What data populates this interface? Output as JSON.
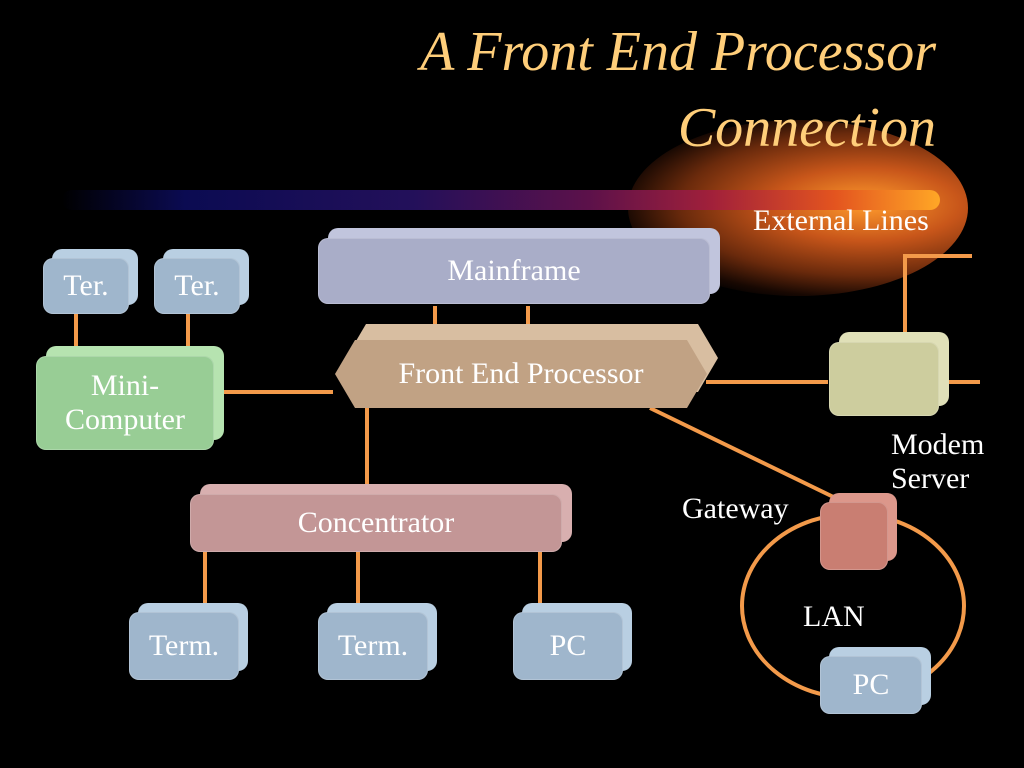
{
  "title": {
    "line1": "A Front End Processor",
    "line2": "Connection"
  },
  "nodes": {
    "mainframe": "Mainframe",
    "front_end_processor": "Front End Processor",
    "mini_computer": "Mini-\nComputer",
    "terminal_small_1": "Ter.",
    "terminal_small_2": "Ter.",
    "concentrator": "Concentrator",
    "terminal_1": "Term.",
    "terminal_2": "Term.",
    "pc_1": "PC",
    "modem_server": "",
    "gateway": "",
    "lan_pc": "PC"
  },
  "labels": {
    "external_lines": "External Lines",
    "modem_server": "Modem\nServer",
    "gateway": "Gateway",
    "lan": "LAN"
  },
  "colors": {
    "background": "#000000",
    "title": "#ffce7a",
    "connector": "#f39a4a",
    "terminal": "#9fb6cc",
    "mainframe": "#a9adc8",
    "mini_computer": "#98cd95",
    "concentrator": "#c39696",
    "front_end_processor": "#c1a284",
    "modem_server": "#cdcd9e",
    "gateway": "#c97e72"
  }
}
